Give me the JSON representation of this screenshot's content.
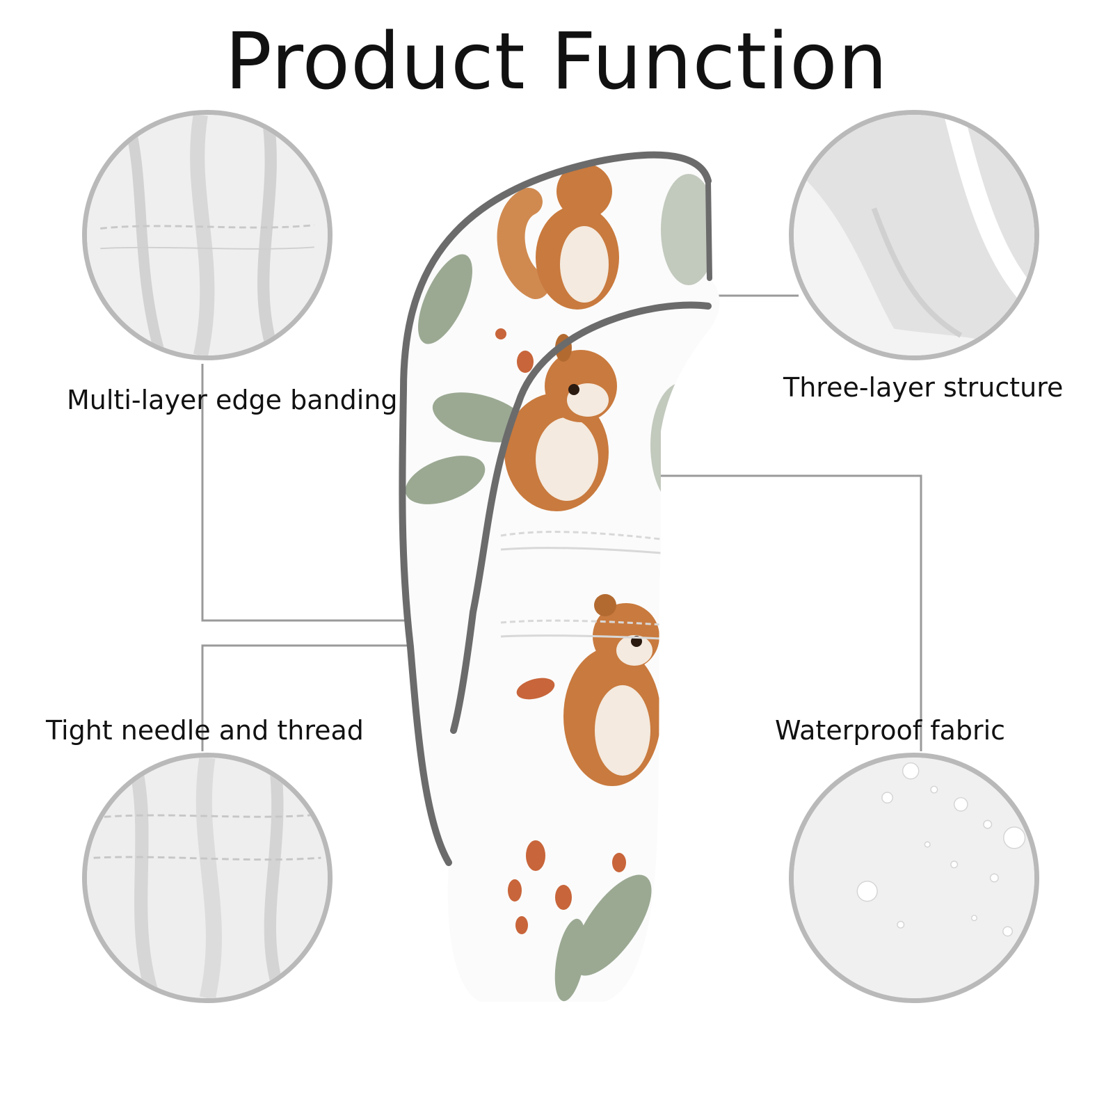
{
  "title": "Product Function",
  "features": {
    "edge_banding": "Multi-layer edge banding",
    "three_layer": "Three-layer structure",
    "needle_thread": "Tight needle and thread",
    "waterproof": "Waterproof fabric"
  },
  "colors": {
    "circle_border": "#b9b9b9",
    "connector": "#9a9a9a",
    "trim": "#6b6b6b",
    "squirrel": "#c97a3e",
    "leaf": "#8a9a80"
  }
}
